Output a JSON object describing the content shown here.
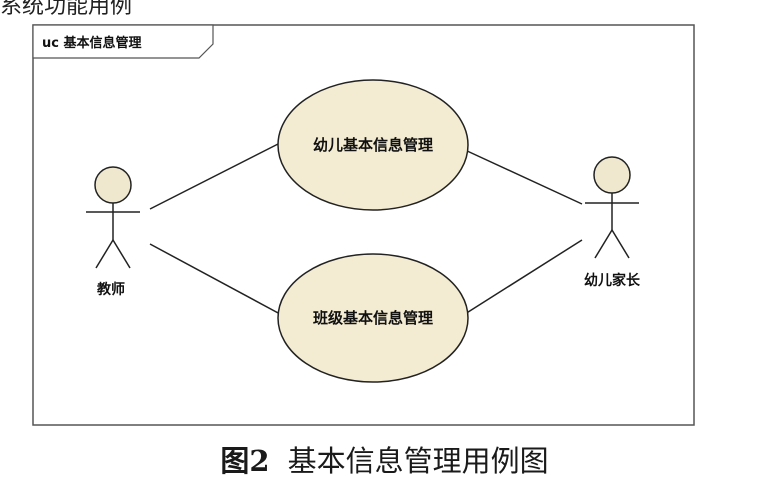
{
  "top_text_fragment": "系统功能用例",
  "diagram": {
    "frame_label": "uc 基本信息管理",
    "use_cases": [
      {
        "id": "child-info",
        "label": "幼儿基本信息管理"
      },
      {
        "id": "class-info",
        "label": "班级基本信息管理"
      }
    ],
    "actors": [
      {
        "id": "teacher",
        "label": "教师"
      },
      {
        "id": "parent",
        "label": "幼儿家长"
      }
    ],
    "colors": {
      "usecase_fill": "#f3ecd2",
      "actor_head_fill": "#efe8cf",
      "stroke": "#222222",
      "frame_border": "#555555"
    }
  },
  "caption": {
    "figure_number": "图2",
    "title": "基本信息管理用例图"
  }
}
